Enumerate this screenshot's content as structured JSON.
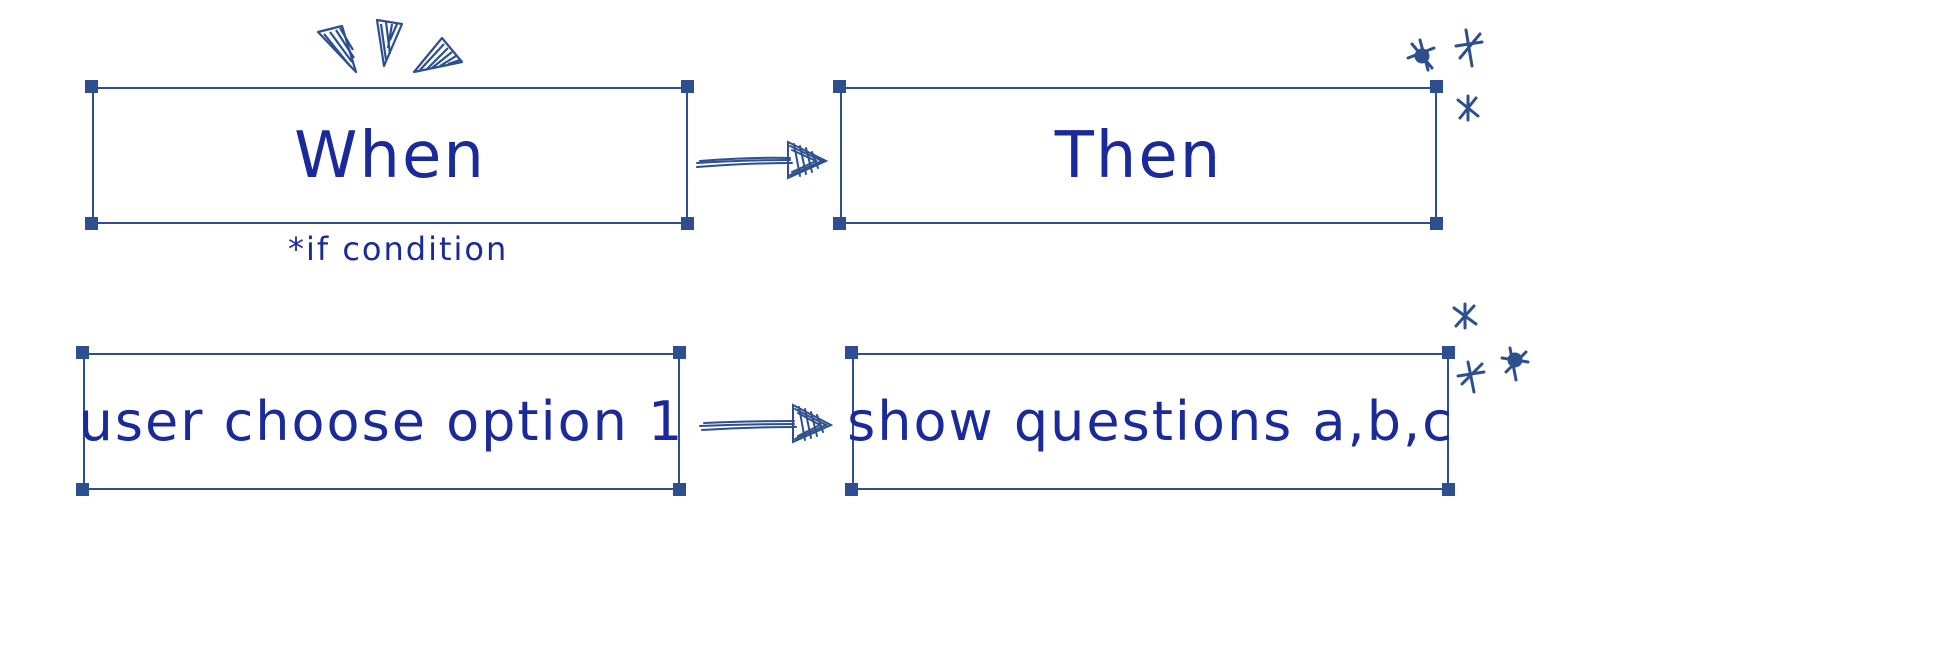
{
  "boxes": {
    "when": "When",
    "then": "Then",
    "user_choice": "user choose option 1",
    "show_questions": "show questions a,b,c"
  },
  "notes": {
    "if_condition": "*if condition"
  },
  "colors": {
    "stroke": "#2e4f8f",
    "text": "#1b2a9a"
  }
}
